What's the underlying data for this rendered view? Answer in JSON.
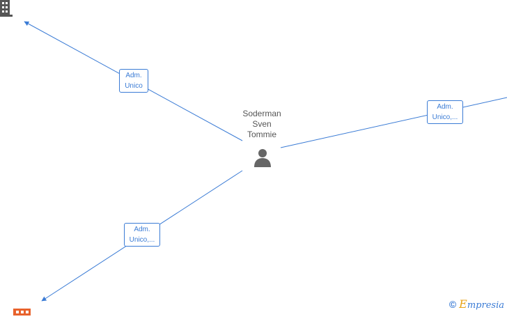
{
  "center_node": {
    "name_lines": [
      "Soderman",
      "Sven",
      "Tommie"
    ],
    "icon": "person-icon"
  },
  "edges": [
    {
      "id": "top-left",
      "label_lines": [
        "Adm.",
        "Unico"
      ]
    },
    {
      "id": "right",
      "label_lines": [
        "Adm.",
        "Unico,..."
      ]
    },
    {
      "id": "bottom-left",
      "label_lines": [
        "Adm.",
        "Unico,..."
      ]
    }
  ],
  "nodes": [
    {
      "id": "top-left",
      "icon": "building-icon",
      "color": "#555555"
    },
    {
      "id": "bottom-left",
      "icon": "building-icon",
      "color": "#e8622c"
    }
  ],
  "footer": {
    "copyright_symbol": "©",
    "brand_initial": "E",
    "brand_rest": "mpresia"
  },
  "colors": {
    "edge": "#3a7bd5",
    "text": "#555555",
    "accent": "#e8a317"
  }
}
